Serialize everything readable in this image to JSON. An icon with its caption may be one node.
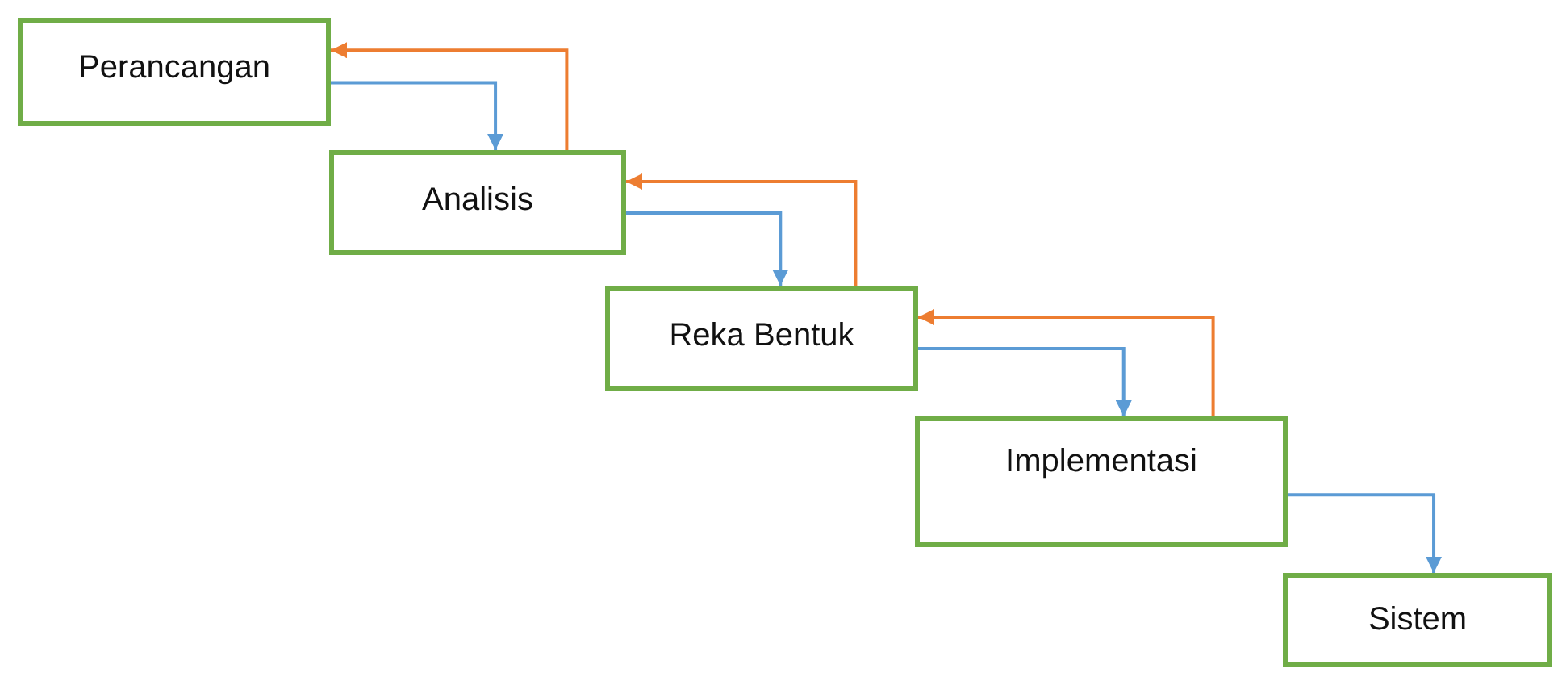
{
  "diagram": {
    "nodes": [
      {
        "text": [
          "Perancangan"
        ]
      },
      {
        "text": [
          "Analisis"
        ]
      },
      {
        "text": [
          "Reka Bentuk"
        ]
      },
      {
        "text": [
          "Implementasi"
        ]
      },
      {
        "text": [
          "Sistem"
        ]
      }
    ],
    "edges": [
      {
        "from": 0,
        "to": 1,
        "arrow": "to"
      },
      {
        "from": 1,
        "to": 0,
        "arrow": "to",
        "color": "#ed7d31"
      },
      {
        "from": 1,
        "to": 2,
        "arrow": "to"
      },
      {
        "from": 2,
        "to": 1,
        "arrow": "to",
        "color": "#ed7d31"
      },
      {
        "from": 2,
        "to": 3,
        "arrow": "to"
      },
      {
        "from": 3,
        "to": 2,
        "arrow": "to",
        "color": "#ed7d31"
      },
      {
        "from": 3,
        "to": 4,
        "arrow": "to"
      }
    ]
  }
}
